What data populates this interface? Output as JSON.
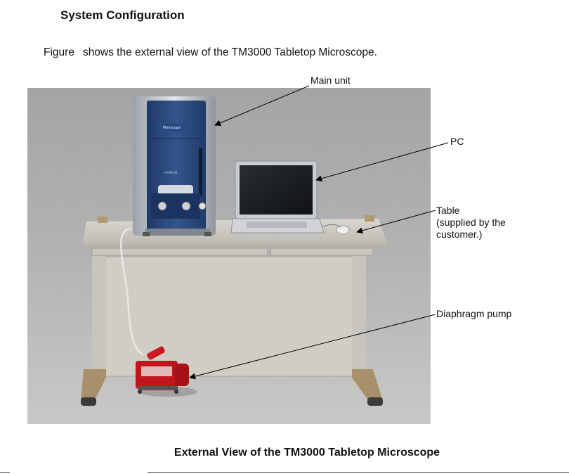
{
  "section": {
    "heading": "System Configuration",
    "intro_figure_word": "Figure",
    "intro_text": "shows the external view of the TM3000 Tabletop Microscope."
  },
  "callouts": {
    "main_unit": "Main unit",
    "pc": "PC",
    "table_line1": "Table",
    "table_line2": "(supplied by the",
    "table_line3": "customer.)",
    "pump": "Diaphragm pump"
  },
  "device_text": {
    "brand_plate": "Miniscope",
    "maker_badge": "HITACHI"
  },
  "figure": {
    "caption": "External View of the TM3000 Tabletop Microscope"
  },
  "colors": {
    "microscope_blue": "#2c4a7c",
    "pump_red": "#c0151a",
    "backdrop_gray": "#9a9a9a"
  }
}
